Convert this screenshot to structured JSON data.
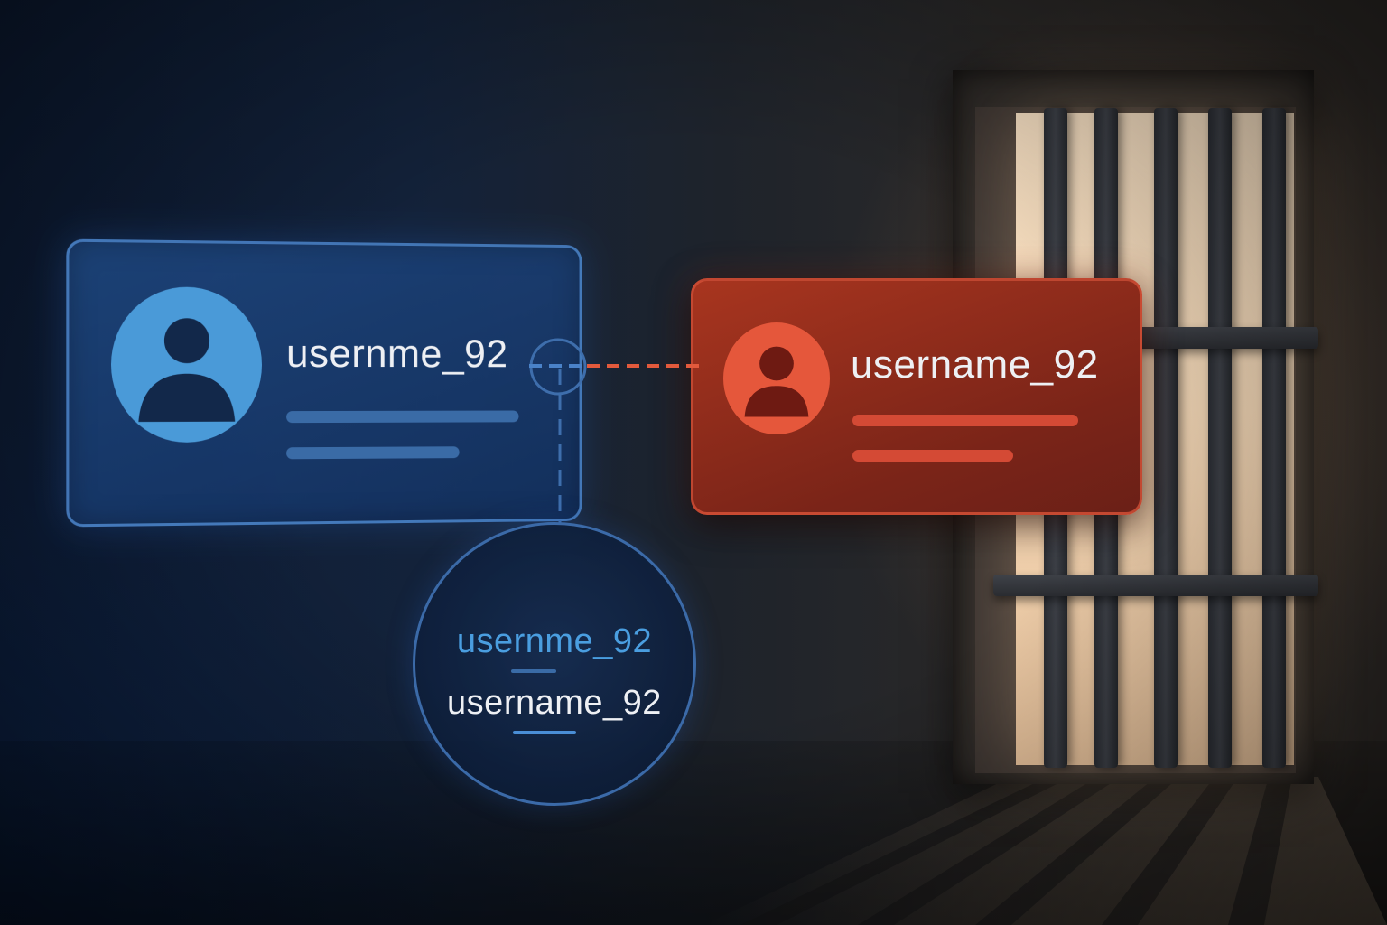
{
  "profile_card_blue": {
    "username": "usernme_92",
    "avatar_icon": "user-avatar-icon",
    "accent_color": "#4a9ad8"
  },
  "profile_card_red": {
    "username": "username_92",
    "avatar_icon": "user-avatar-icon",
    "accent_color": "#e5573b"
  },
  "magnifier": {
    "misspelled": "usernme_92",
    "original": "username_92"
  }
}
